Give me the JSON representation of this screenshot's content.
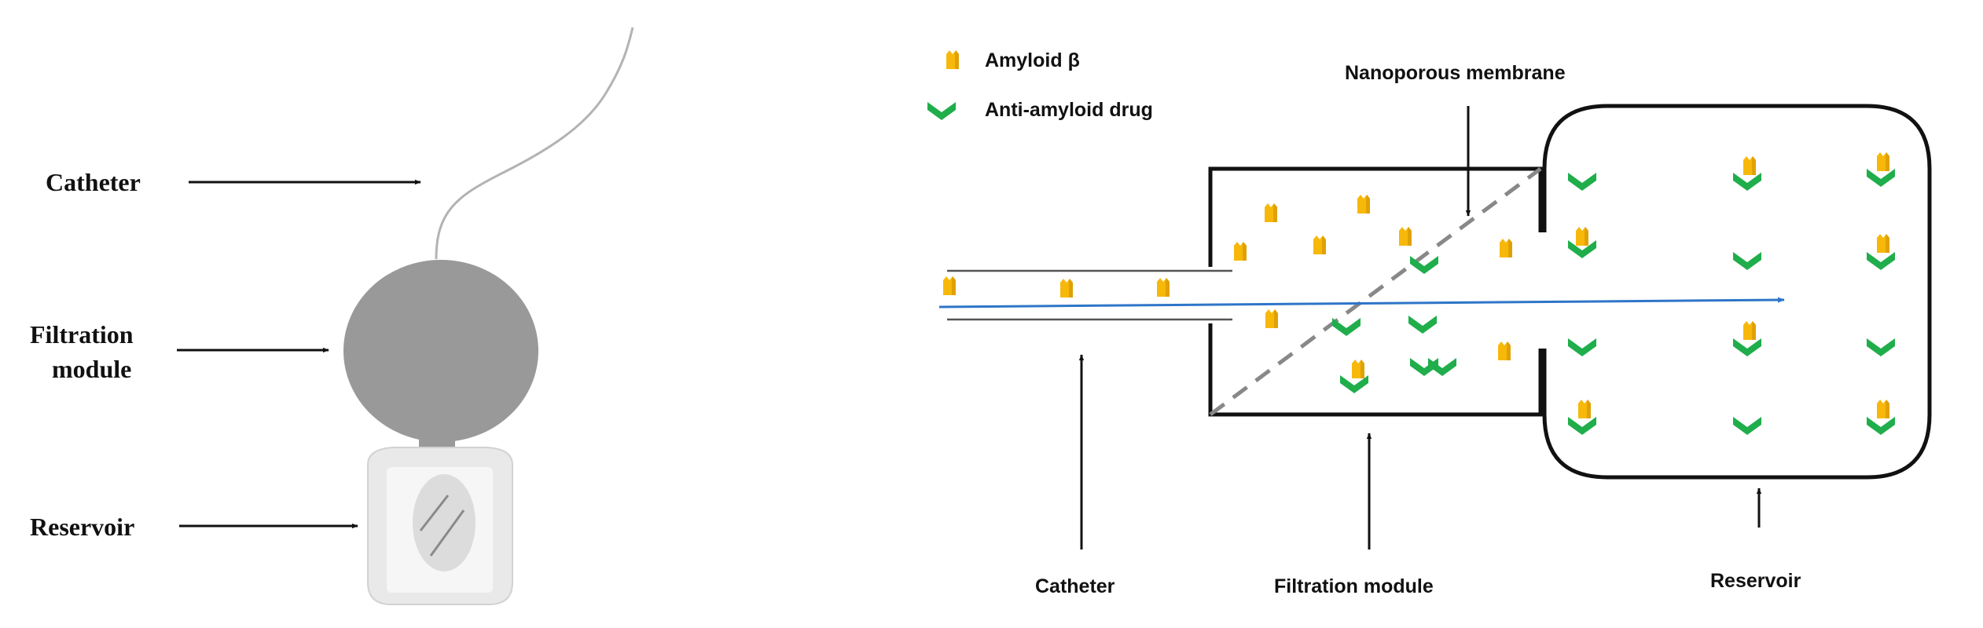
{
  "left_panel": {
    "labels": {
      "catheter": "Catheter",
      "filtration_line1": "Filtration",
      "filtration_line2": "module",
      "reservoir": "Reservoir"
    }
  },
  "right_panel": {
    "legend": {
      "amyloid": "Amyloid β",
      "drug": "Anti-amyloid drug"
    },
    "labels": {
      "membrane": "Nanoporous membrane",
      "catheter": "Catheter",
      "filtration": "Filtration module",
      "reservoir": "Reservoir"
    }
  },
  "colors": {
    "amyloid": "#F7B80A",
    "amyloid_dark": "#E0A106",
    "drug": "#1FAE4B",
    "flow_arrow": "#2E75C8",
    "device_gray": "#999999",
    "outline": "#111111"
  }
}
